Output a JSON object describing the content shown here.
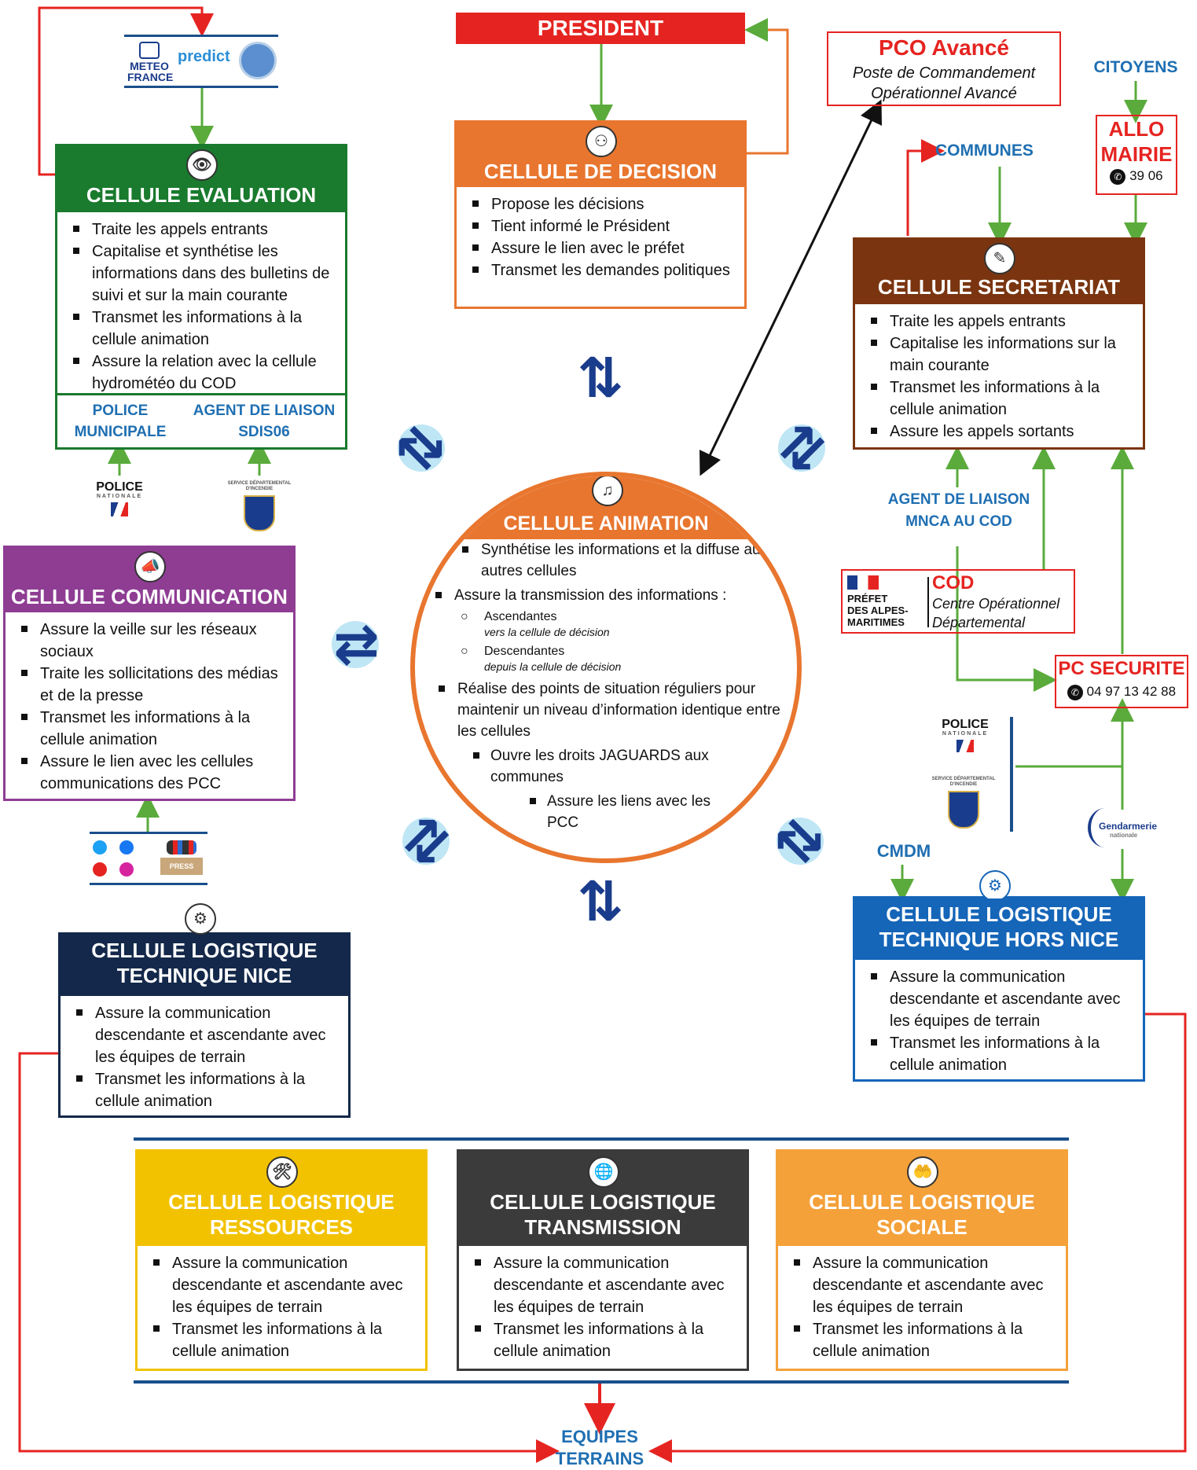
{
  "president": "PRESIDENT",
  "pco": {
    "title": "PCO Avancé",
    "line1": "Poste de Commandement",
    "line2": "Opérationnel Avancé"
  },
  "citoyens": "CITOYENS",
  "allo_mairie": {
    "line1": "ALLO",
    "line2": "MAIRIE",
    "phone": "39 06"
  },
  "communes": "COMMUNES",
  "meteo": {
    "brand1": "METEO",
    "brand2": "FRANCE",
    "predict": "predict"
  },
  "evaluation": {
    "title": "CELLULE EVALUATION",
    "items": [
      "Traite les appels entrants",
      "Capitalise et synthétise les informations dans des bulletins de suivi et sur la main courante",
      "Transmet les informations à la cellule animation",
      "Assure la relation avec la cellule hydrométéo du COD"
    ],
    "left_label1": "POLICE",
    "left_label2": "MUNICIPALE",
    "right_label1": "AGENT DE LIAISON",
    "right_label2": "SDIS06"
  },
  "decision": {
    "title": "CELLULE DE DECISION",
    "items": [
      "Propose les décisions",
      "Tient informé le Président",
      "Assure le lien avec le préfet",
      "Transmet les demandes politiques"
    ]
  },
  "secretariat": {
    "title": "CELLULE SECRETARIAT",
    "items": [
      "Traite les appels entrants",
      "Capitalise les informations sur la main courante",
      "Transmet les informations à la cellule animation",
      "Assure les appels sortants"
    ]
  },
  "police_logo": {
    "line1": "POLICE",
    "line2": "NATIONALE"
  },
  "communication": {
    "title": "CELLULE COMMUNICATION",
    "items": [
      "Assure la veille sur les réseaux sociaux",
      "Traite les sollicitations des médias et de la presse",
      "Transmet les informations à la cellule animation",
      "Assure le lien avec les cellules communications des PCC"
    ]
  },
  "press_label": "PRESS",
  "animation": {
    "title": "CELLULE ANIMATION",
    "item1": "Synthétise les informations et la diffuse aux autres cellules",
    "item2": "Assure la transmission des informations :",
    "sub1": "Ascendantes",
    "sub1_note": "vers la cellule de décision",
    "sub2": "Descendantes",
    "sub2_note": "depuis la cellule de décision",
    "item3": "Réalise des points de situation réguliers pour maintenir un niveau d’information identique entre les cellules",
    "item4": "Ouvre les droits JAGUARDS aux communes",
    "item5": "Assure les liens avec les PCC"
  },
  "agent_mnca": {
    "line1": "AGENT DE LIAISON",
    "line2": "MNCA AU COD"
  },
  "cod": {
    "prefet1": "PRÉFET",
    "prefet2": "DES ALPES-",
    "prefet3": "MARITIMES",
    "title": "COD",
    "line1": "Centre Opérationnel",
    "line2": "Départemental"
  },
  "pc_securite": {
    "title": "PC SECURITE",
    "phone": "04 97 13 42 88"
  },
  "gendarmerie": {
    "line1": "Gendarmerie",
    "line2": "nationale"
  },
  "cmdm": "CMDM",
  "log_nice": {
    "title1": "CELLULE LOGISTIQUE",
    "title2": "TECHNIQUE NICE",
    "items": [
      "Assure la communication descendante et ascendante avec les équipes de terrain",
      "Transmet les informations à la cellule animation"
    ]
  },
  "log_hors_nice": {
    "title1": "CELLULE LOGISTIQUE",
    "title2": "TECHNIQUE HORS NICE",
    "items": [
      "Assure la communication descendante et ascendante avec les équipes de terrain",
      "Transmet les informations à la cellule animation"
    ]
  },
  "log_ressources": {
    "title1": "CELLULE LOGISTIQUE",
    "title2": "RESSOURCES",
    "items": [
      "Assure la communication descendante et ascendante avec les équipes de terrain",
      "Transmet les informations à la cellule animation"
    ]
  },
  "log_transmission": {
    "title1": "CELLULE LOGISTIQUE",
    "title2": "TRANSMISSION",
    "items": [
      "Assure la communication descendante et ascendante avec les équipes de terrain",
      "Transmet les informations à la cellule animation"
    ]
  },
  "log_sociale": {
    "title1": "CELLULE LOGISTIQUE",
    "title2": "SOCIALE",
    "items": [
      "Assure la communication descendante et ascendante avec les équipes de terrain",
      "Transmet les informations à la cellule animation"
    ]
  },
  "equipes": {
    "line1": "EQUIPES",
    "line2": "TERRAINS"
  },
  "colors": {
    "green": "#1a7a2e",
    "orange": "#e8762f",
    "brown": "#7a3510",
    "purple": "#8e3d93",
    "navy": "#13284a",
    "blue": "#1565b8",
    "yellow": "#f2c200",
    "darkgray": "#3b3b3b",
    "lightorange": "#f4a13a",
    "red": "#e52421",
    "arrowgreen": "#5aab3c"
  }
}
